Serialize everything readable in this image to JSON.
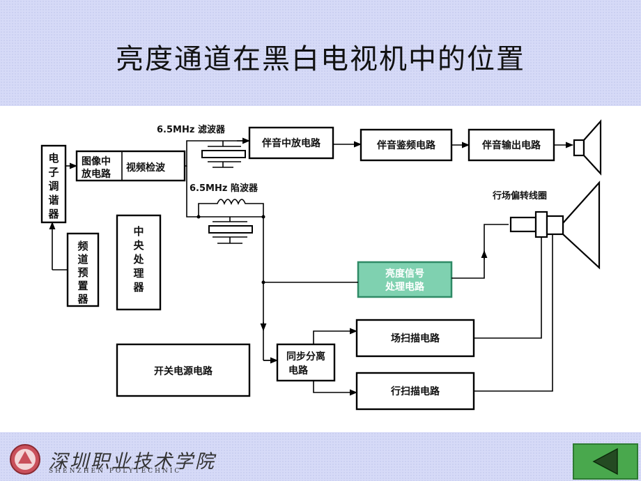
{
  "slide": {
    "title": "亮度通道在黑白电视机中的位置"
  },
  "diagram": {
    "blocks": {
      "tuner": [
        "电",
        "子",
        "调",
        "谐",
        "器"
      ],
      "if_amp": [
        "图像中",
        "放电路"
      ],
      "video_detect": "视频检波",
      "channel_preset": [
        "频",
        "道",
        "预",
        "置",
        "器"
      ],
      "cpu": [
        "中",
        "央",
        "处",
        "理",
        "器"
      ],
      "sound_if": "伴音中放电路",
      "sound_disc": "伴音鉴频电路",
      "sound_out": "伴音输出电路",
      "luma": [
        "亮度信号",
        "处理电路"
      ],
      "sync_sep": [
        "同步分离",
        "电路"
      ],
      "field_scan": "场扫描电路",
      "line_scan": "行扫描电路",
      "power": "开关电源电路"
    },
    "labels": {
      "filter": "6.5MHz 滤波器",
      "trap": "6.5MHz 陷波器",
      "deflection_coil": "行场偏转线圈"
    },
    "colors": {
      "luma_fill": "#7fd1b0",
      "luma_stroke": "#2f8a66"
    }
  },
  "footer": {
    "school_name": "深圳职业技术学院",
    "school_name_en": "SHENZHEN  POLYTECHNIC",
    "back_icon": "triangle-left-icon"
  }
}
